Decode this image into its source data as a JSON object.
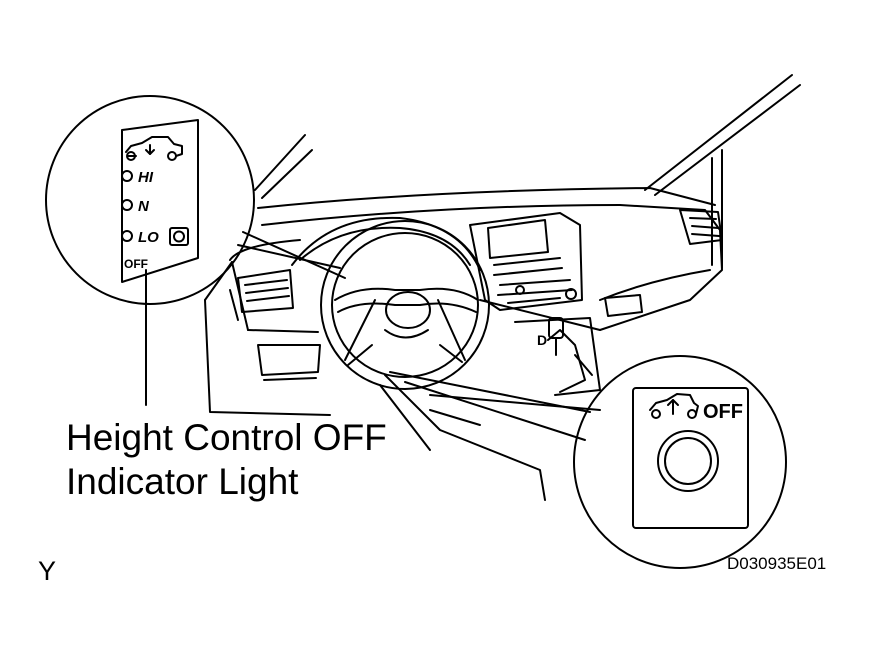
{
  "callout": {
    "line1": "Height Control OFF",
    "line2": "Indicator Light"
  },
  "indicator_panel": {
    "modes": [
      "HI",
      "N",
      "LO"
    ],
    "off_text": "OFF"
  },
  "switch_panel": {
    "off_text": "OFF"
  },
  "gear_indicator": "D",
  "corner_letter": "Y",
  "figure_code": "D030935E01",
  "colors": {
    "line": "#000000",
    "background": "#ffffff"
  }
}
